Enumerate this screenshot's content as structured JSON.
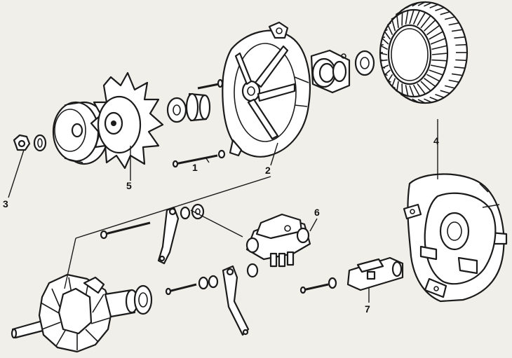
{
  "callouts": {
    "c1": "1",
    "c2": "2",
    "c3": "3",
    "c4": "4",
    "c5": "5",
    "c6": "6",
    "c7": "7"
  },
  "colors": {
    "background": "#f1efe9",
    "ink": "#1b1b1b"
  }
}
